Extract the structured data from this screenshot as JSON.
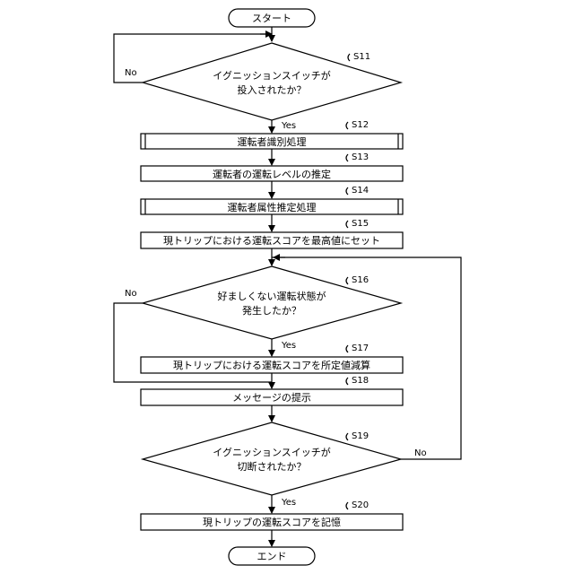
{
  "flowchart": {
    "start": "スタート",
    "end": "エンド",
    "nodes": {
      "s11": {
        "step": "S11",
        "line1": "イグニッションスイッチが",
        "line2": "投入されたか？"
      },
      "s12": {
        "step": "S12",
        "text": "運転者識別処理"
      },
      "s13": {
        "step": "S13",
        "text": "運転者の運転レベルの推定"
      },
      "s14": {
        "step": "S14",
        "text": "運転者属性推定処理"
      },
      "s15": {
        "step": "S15",
        "text": "現トリップにおける運転スコアを最高値にセット"
      },
      "s16": {
        "step": "S16",
        "line1": "好ましくない運転状態が",
        "line2": "発生したか？"
      },
      "s17": {
        "step": "S17",
        "text": "現トリップにおける運転スコアを所定値減算"
      },
      "s18": {
        "step": "S18",
        "text": "メッセージの提示"
      },
      "s19": {
        "step": "S19",
        "line1": "イグニッションスイッチが",
        "line2": "切断されたか？"
      },
      "s20": {
        "step": "S20",
        "text": "現トリップの運転スコアを記憶"
      }
    },
    "branches": {
      "s11_yes": "Yes",
      "s11_no": "No",
      "s16_yes": "Yes",
      "s16_no": "No",
      "s19_yes": "Yes",
      "s19_no": "No"
    }
  }
}
